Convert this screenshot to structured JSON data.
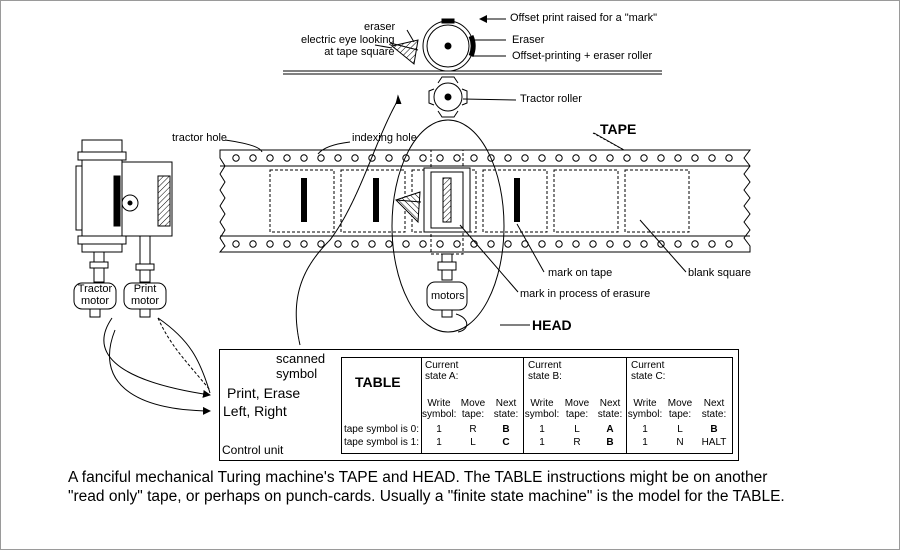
{
  "labels": {
    "eraser_top": "eraser",
    "electric_eye": "electric eye looking\nat tape square",
    "offset_print": "Offset print raised for a \"mark\"",
    "eraser_right": "Eraser",
    "offset_roller": "Offset-printing + eraser roller",
    "tractor_roller": "Tractor roller",
    "tape": "TAPE",
    "tractor_hole": "tractor hole",
    "indexing_hole": "indexing hole",
    "mark_on_tape": "mark on tape",
    "blank_square": "blank square",
    "mark_erasure": "mark in process of erasure",
    "head": "HEAD",
    "motors": "motors",
    "tractor_motor": "Tractor\nmotor",
    "print_motor": "Print\nmotor",
    "scanned_symbol": "scanned\nsymbol",
    "print_erase": "Print, Erase",
    "left_right": "Left, Right",
    "control_unit": "Control unit"
  },
  "table": {
    "title": "TABLE",
    "row_labels": [
      "tape symbol is 0:",
      "tape symbol is 1:"
    ],
    "col_headers": [
      "Write\nsymbol:",
      "Move\ntape:",
      "Next\nstate:"
    ],
    "states": [
      {
        "header": "Current\nstate A:",
        "rows": [
          [
            "1",
            "R",
            "B"
          ],
          [
            "1",
            "L",
            "C"
          ]
        ]
      },
      {
        "header": "Current\nstate B:",
        "rows": [
          [
            "1",
            "L",
            "A"
          ],
          [
            "1",
            "R",
            "B"
          ]
        ]
      },
      {
        "header": "Current\nstate C:",
        "rows": [
          [
            "1",
            "L",
            "B"
          ],
          [
            "1",
            "N",
            "HALT"
          ]
        ]
      }
    ]
  },
  "caption": "A fanciful mechanical Turing machine's TAPE and HEAD. The TABLE instructions might be on another\n\"read only\" tape, or perhaps on punch-cards. Usually a \"finite state machine\" is the model for the TABLE."
}
